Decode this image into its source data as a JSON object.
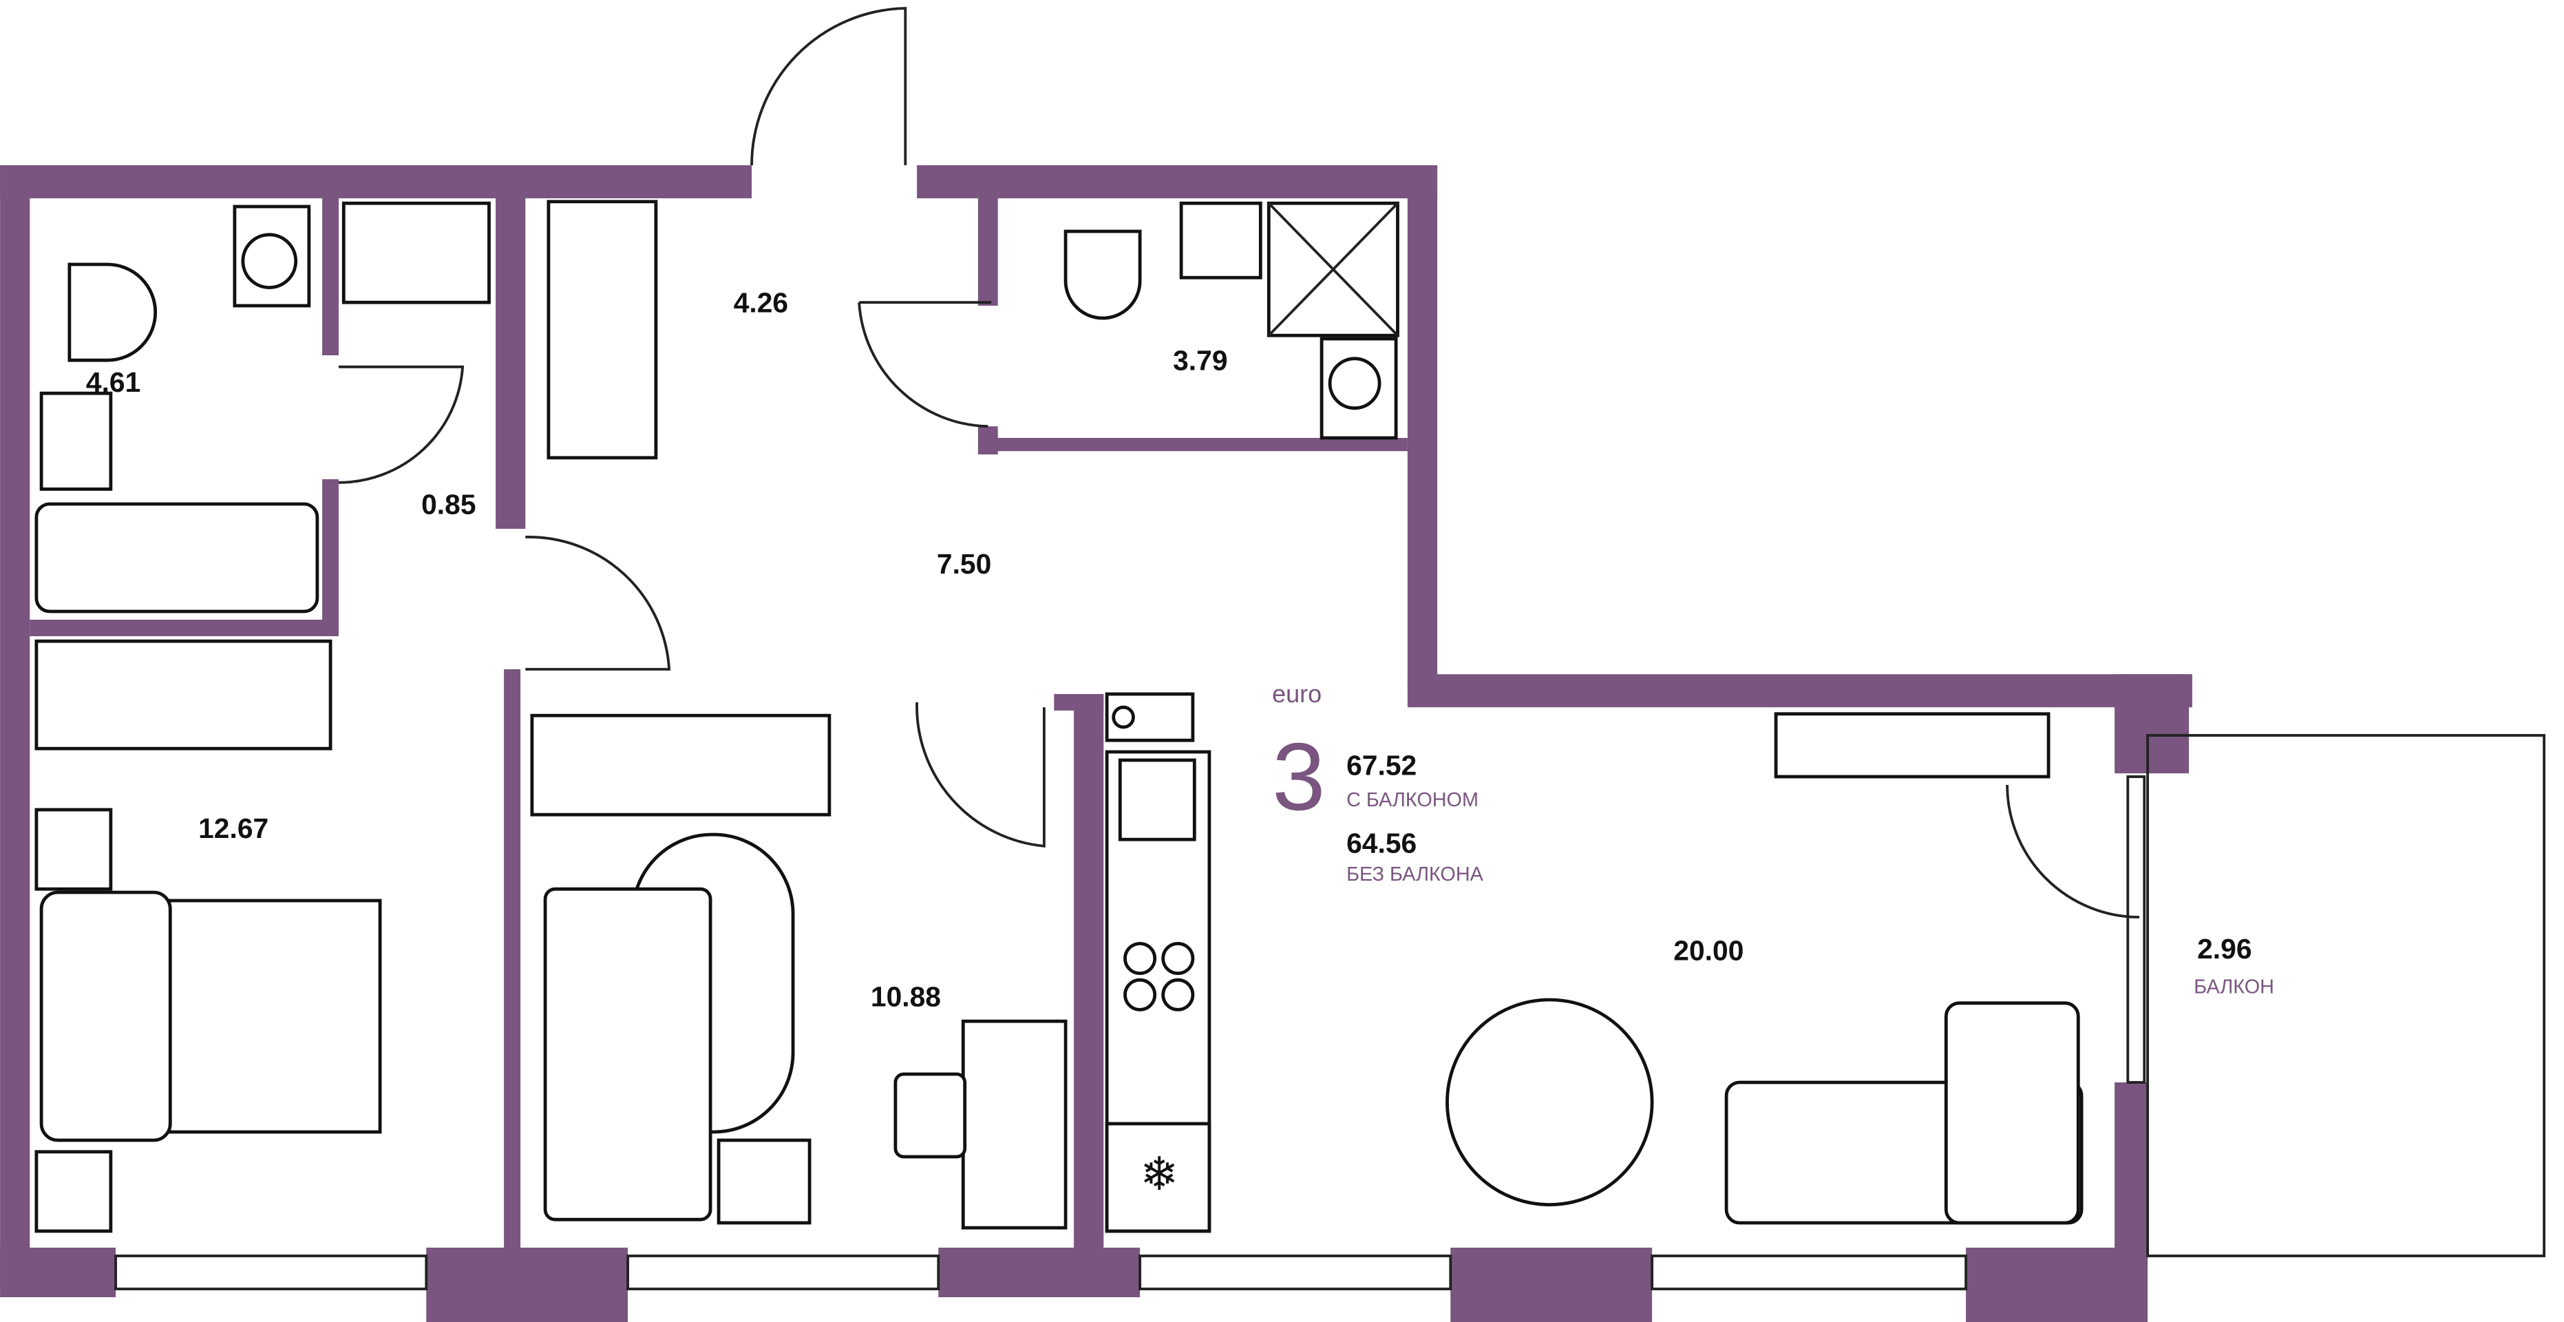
{
  "summary": {
    "class": "euro",
    "rooms": "3",
    "area_with_balcony": "67.52",
    "with_balcony_label": "С БАЛКОНОМ",
    "area_without_balcony": "64.56",
    "without_balcony_label": "БЕЗ БАЛКОНА"
  },
  "rooms": {
    "bathroom_1": "4.61",
    "closet": "0.85",
    "entrance": "4.26",
    "bathroom_2": "3.79",
    "hall": "7.50",
    "bedroom_1": "12.67",
    "bedroom_2": "10.88",
    "living_kitchen": "20.00",
    "balcony": "2.96",
    "balcony_label": "БАЛКОН"
  },
  "colors": {
    "wall": "#7a5580",
    "text": "#111111"
  }
}
